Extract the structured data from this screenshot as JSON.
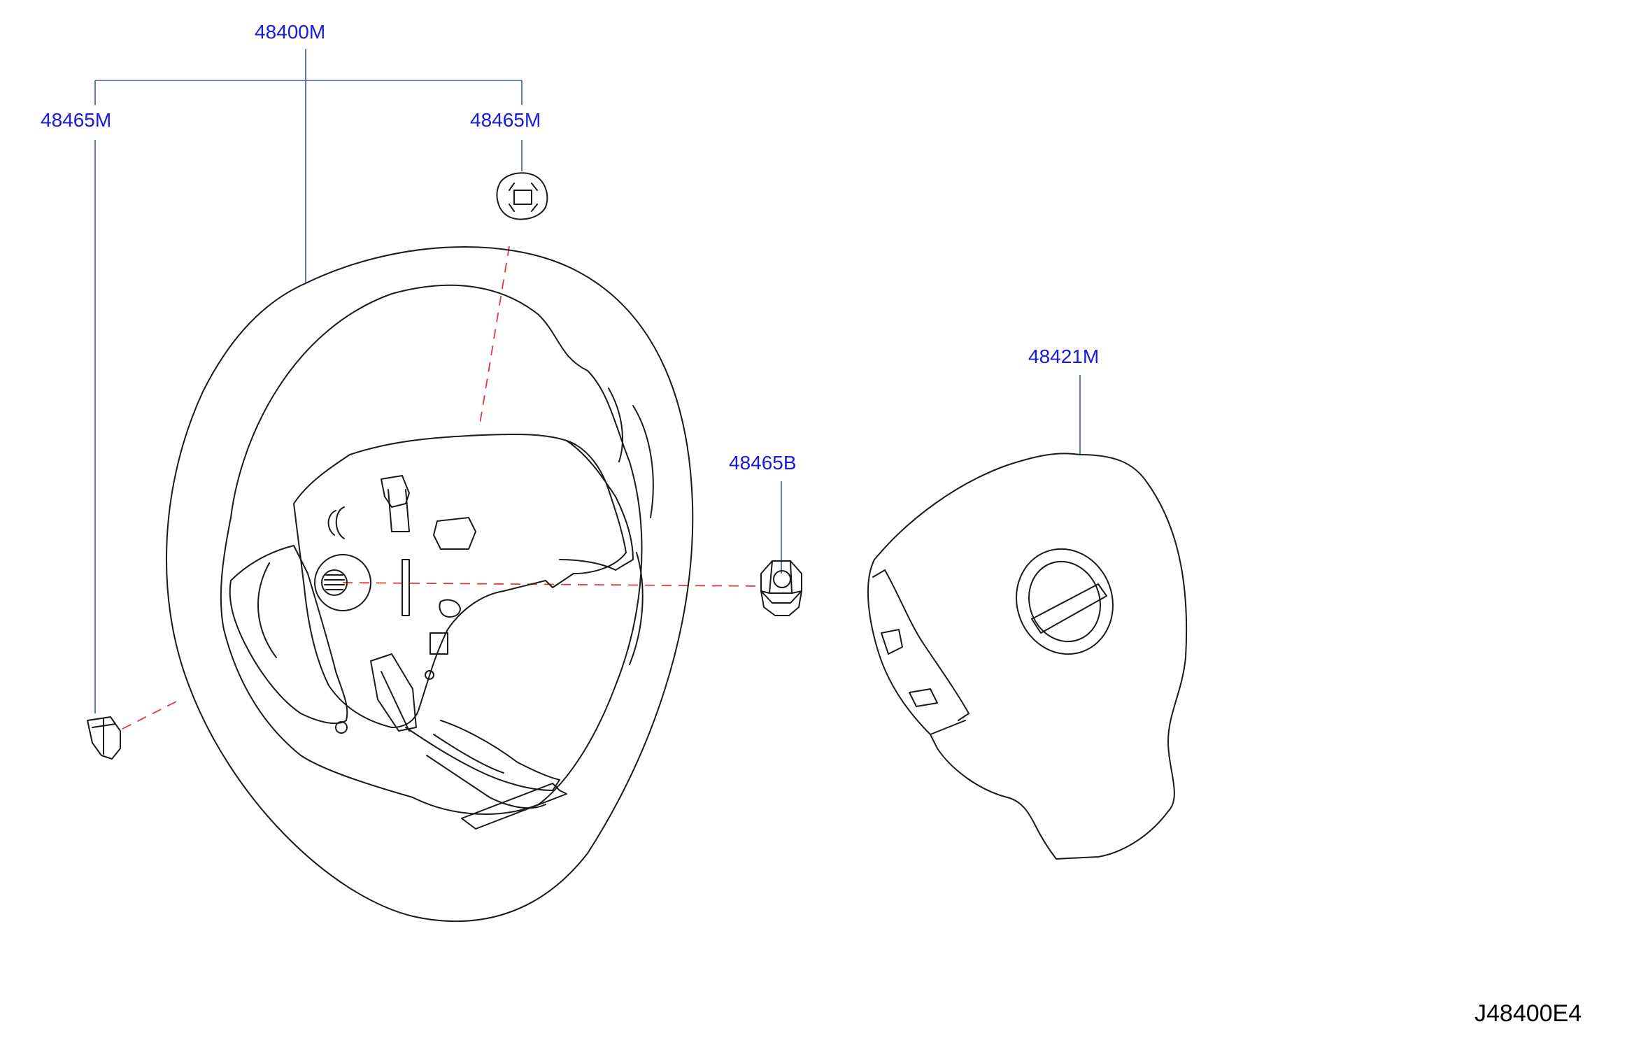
{
  "parts": {
    "assembly": "48400M",
    "cap_left": "48465M",
    "cap_right": "48465M",
    "nut": "48465B",
    "airbag": "48421M"
  },
  "diagram_id": "J48400E4",
  "colors": {
    "label": "#1a1adf",
    "leader": "#3a5a9a",
    "center_line": "#e03a3a",
    "ink": "#1a1a1a"
  }
}
